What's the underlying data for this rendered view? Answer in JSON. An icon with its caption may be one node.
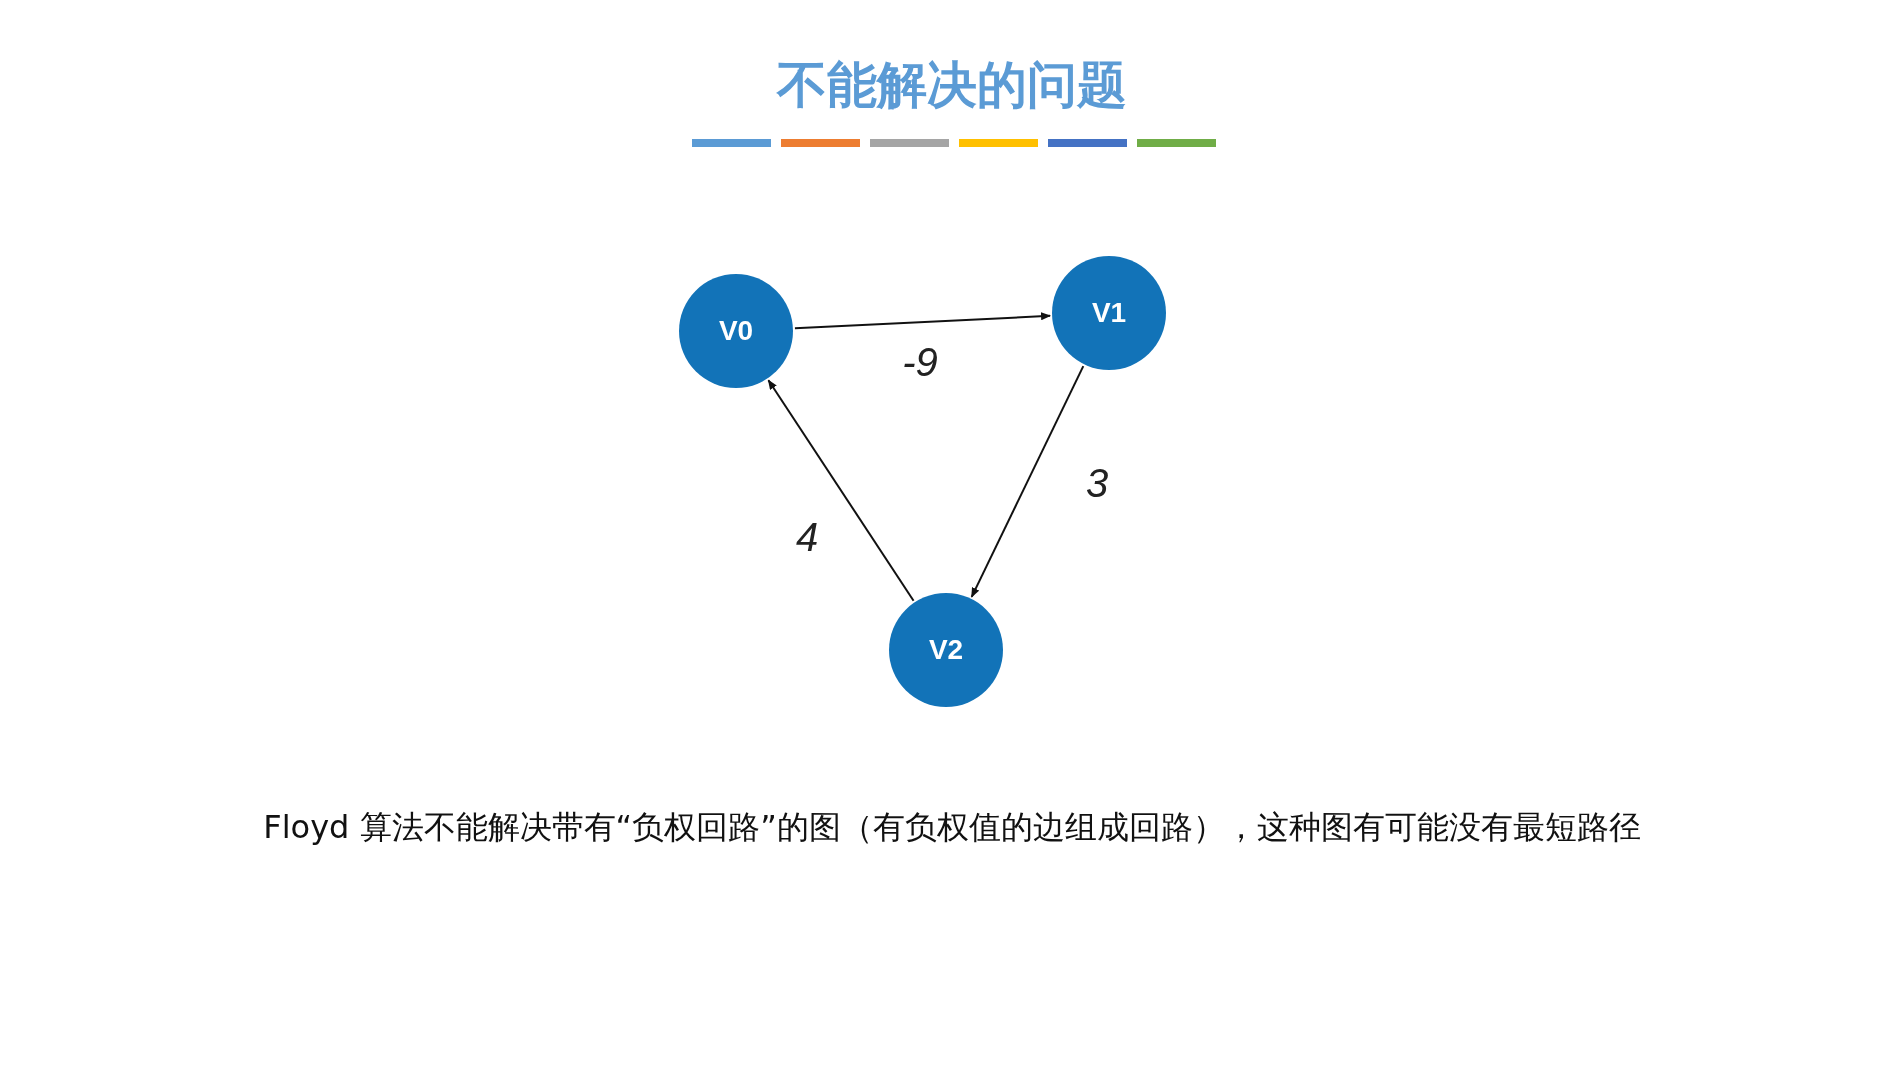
{
  "diagram": {
    "title": "不能解决的问题",
    "nodes": [
      {
        "text": [
          "V0"
        ]
      },
      {
        "text": [
          "V1"
        ]
      },
      {
        "text": [
          "V2"
        ]
      }
    ],
    "edges": [
      {
        "from": 0,
        "to": 1,
        "arrow": "to",
        "label": "-9"
      },
      {
        "from": 1,
        "to": 2,
        "arrow": "to",
        "label": "3"
      },
      {
        "from": 2,
        "to": 0,
        "arrow": "to",
        "label": "4"
      }
    ],
    "labels": [
      "Floyd 算法不能解决带有“负权回路”的图（有负权值的边组成回路），这种图有可能没有最短路径"
    ]
  }
}
